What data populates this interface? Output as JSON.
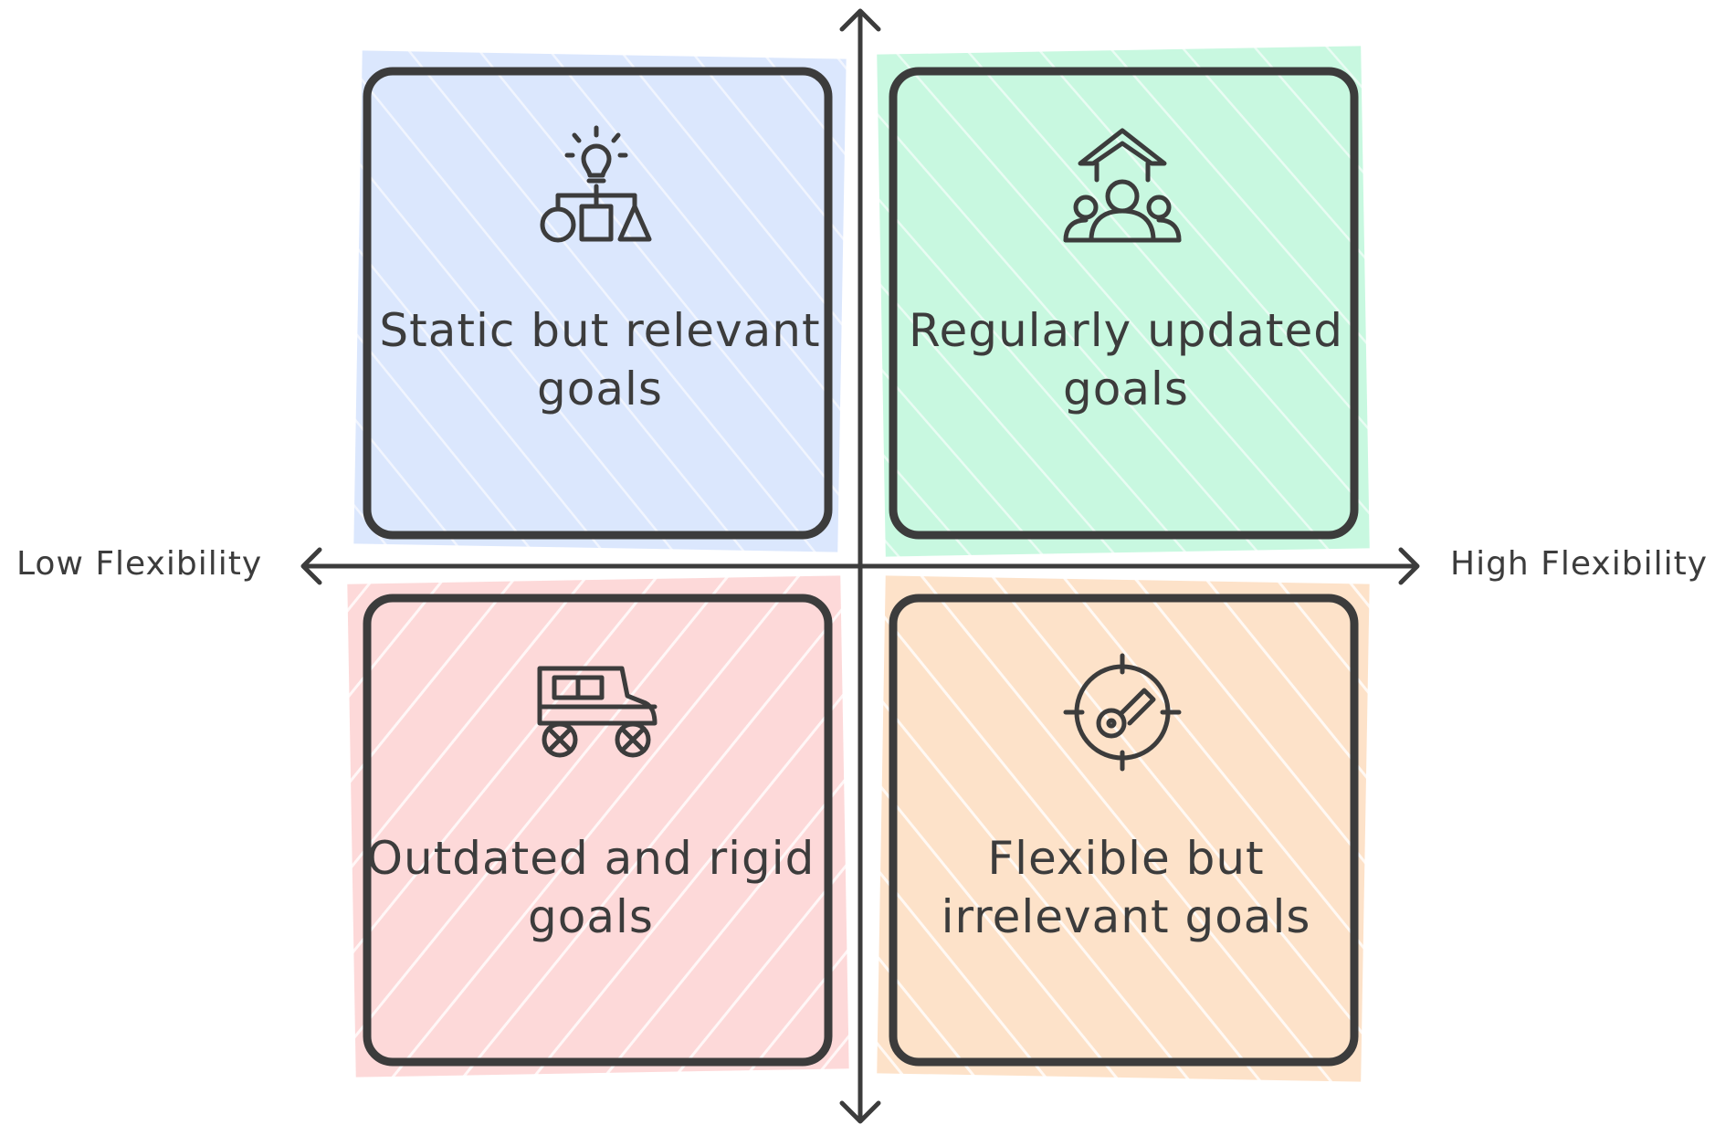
{
  "axis": {
    "left_label": "Low Flexibility",
    "right_label": "High Flexibility"
  },
  "quadrants": [
    {
      "id": "top-left",
      "label": "Static but relevant goals",
      "icon": "process-flow-lightbulb-icon",
      "fill": "#dbe7fd"
    },
    {
      "id": "top-right",
      "label": "Regularly updated goals",
      "icon": "team-growth-arrow-icon",
      "fill": "#c8f8e0"
    },
    {
      "id": "bottom-left",
      "label": "Outdated and rigid goals",
      "icon": "vintage-car-icon",
      "fill": "#fdd9d9"
    },
    {
      "id": "bottom-right",
      "label": "Flexible but irrelevant goals",
      "icon": "target-key-icon",
      "fill": "#fde2c9"
    }
  ],
  "colors": {
    "stroke": "#3c3c3c",
    "background": "#ffffff"
  }
}
